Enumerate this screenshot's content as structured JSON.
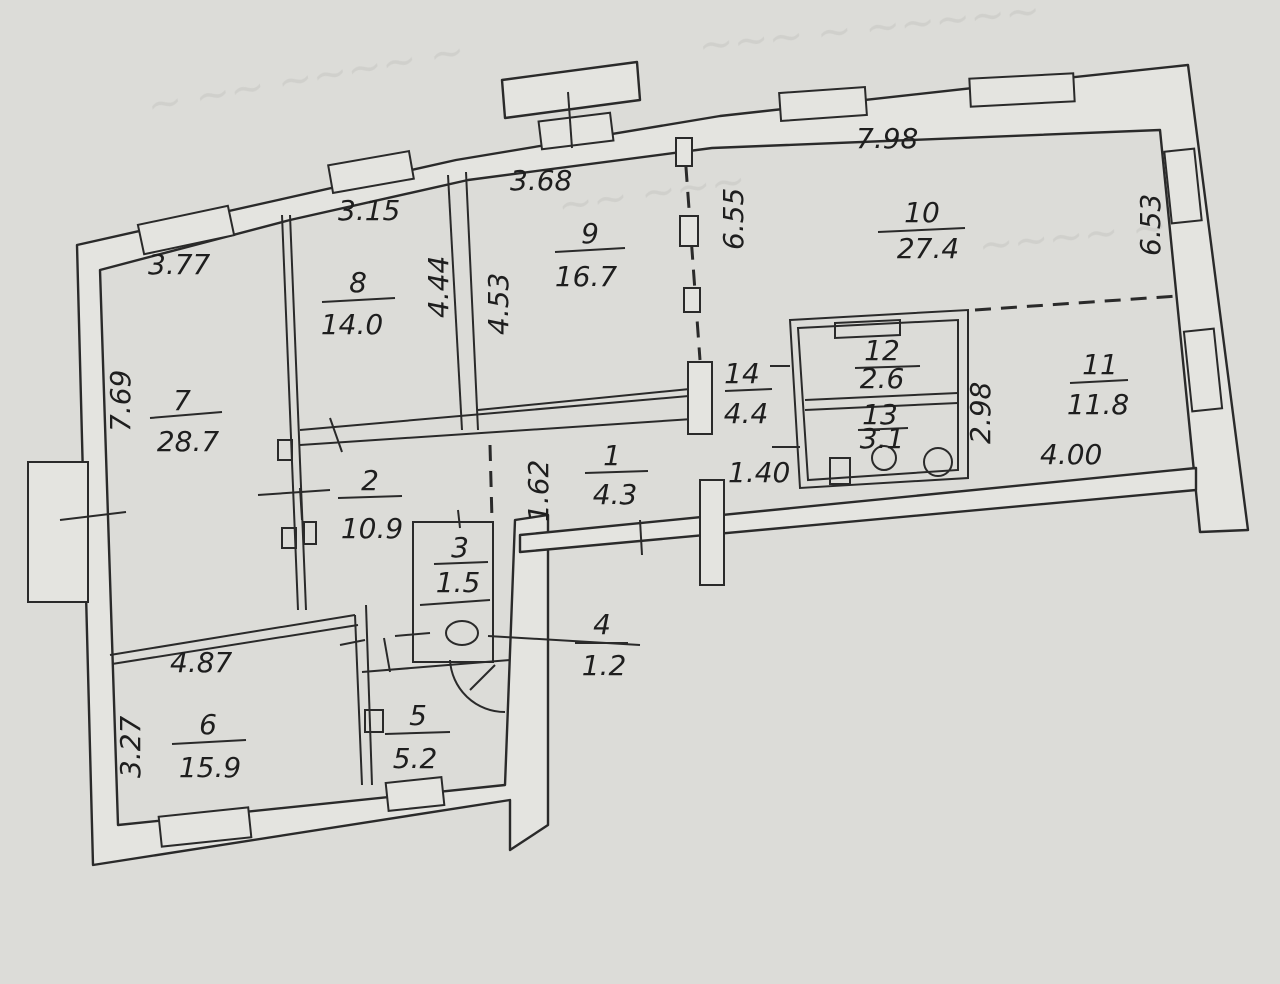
{
  "rooms": [
    {
      "id": "1",
      "area": "4.3"
    },
    {
      "id": "2",
      "area": "10.9"
    },
    {
      "id": "3",
      "area": "1.5"
    },
    {
      "id": "4",
      "area": "1.2"
    },
    {
      "id": "5",
      "area": "5.2"
    },
    {
      "id": "6",
      "area": "15.9"
    },
    {
      "id": "7",
      "area": "28.7"
    },
    {
      "id": "8",
      "area": "14.0"
    },
    {
      "id": "9",
      "area": "16.7"
    },
    {
      "id": "10",
      "area": "27.4"
    },
    {
      "id": "11",
      "area": "11.8"
    },
    {
      "id": "12",
      "area": "2.6"
    },
    {
      "id": "13",
      "area": "3.1"
    },
    {
      "id": "14",
      "area": "4.4"
    }
  ],
  "dimensions": {
    "d_798": "7.98",
    "d_368": "3.68",
    "d_315": "3.15",
    "d_377": "3.77",
    "d_655": "6.55",
    "d_653": "6.53",
    "d_444": "4.44",
    "d_453": "4.53",
    "d_769": "7.69",
    "d_298": "2.98",
    "d_400": "4.00",
    "d_140": "1.40",
    "d_162": "1.62",
    "d_487": "4.87",
    "d_327": "3.27"
  }
}
